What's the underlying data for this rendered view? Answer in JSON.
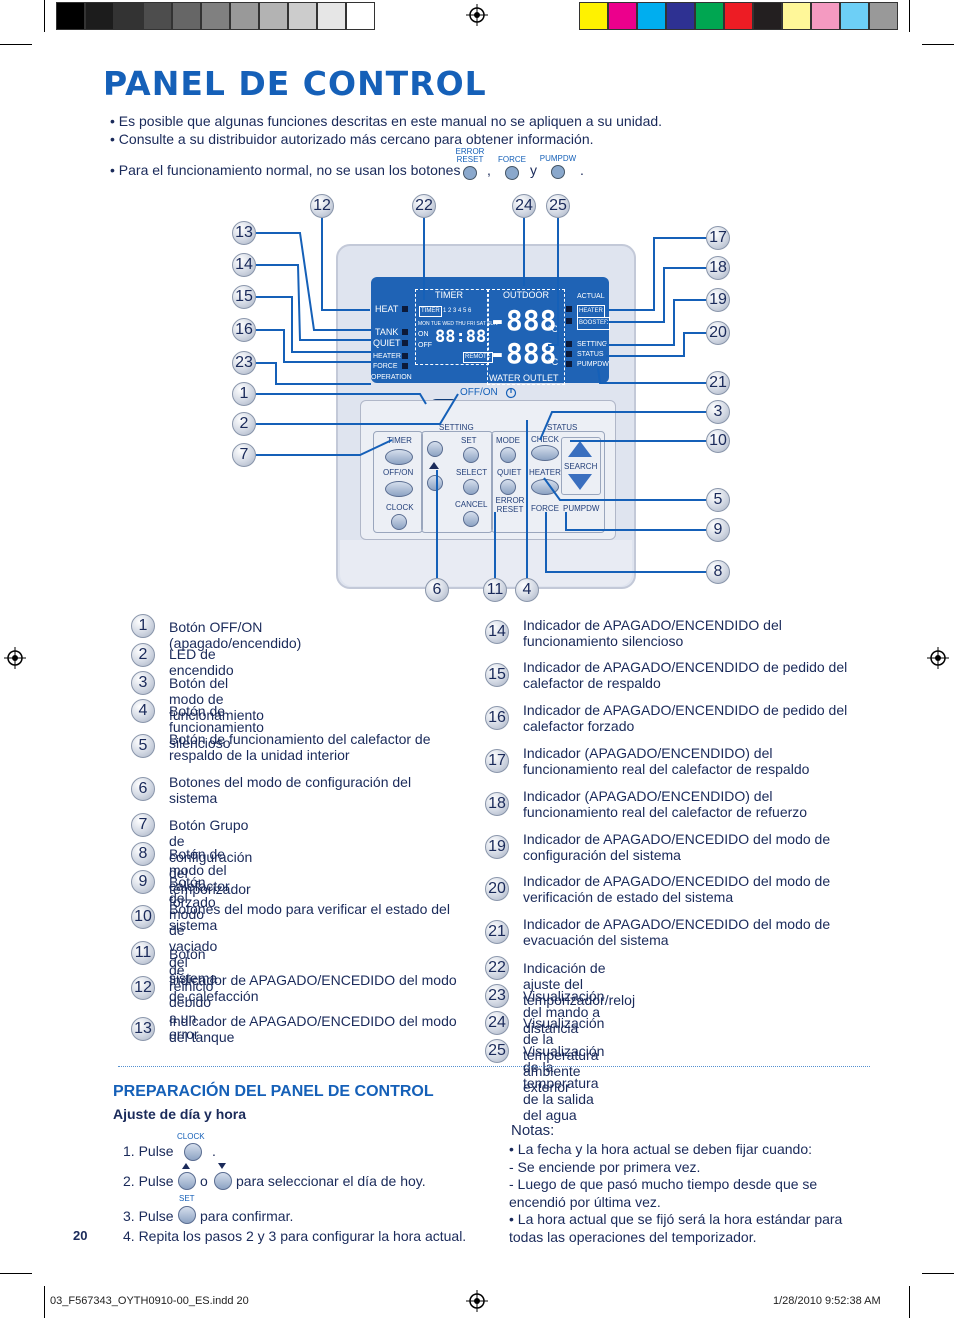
{
  "page": {
    "title": "PANEL DE CONTROL",
    "intro": [
      "• Es posible que algunas funciones descritas en este manual no se apliquen a su unidad.",
      "• Consulte a su distribuidor autorizado más cercano para obtener información.",
      "• Para el funcionamiento normal, no se usan los botones"
    ],
    "intro_sep1": ",",
    "intro_and": "y",
    "intro_end": ".",
    "intro_buttons": {
      "error_reset": "ERROR RESET",
      "force": "FORCE",
      "pumpdw": "PUMPDW"
    },
    "page_number": "20"
  },
  "lcd": {
    "heat": "HEAT",
    "tank": "TANK",
    "quiet": "QUIET",
    "heater": "HEATER",
    "force": "FORCE",
    "operation": "OPERATION",
    "timer": "TIMER",
    "outdoor": "OUTDOOR",
    "timer_box": "TIMER",
    "days": "MON TUE WED THU FRI SAT SUN",
    "day_nums": "1 2 3 4 5 6",
    "on": "ON",
    "off": "OFF",
    "remote": "REMOTE",
    "clock": "88:88",
    "temp1": "-888",
    "temp2": "-888",
    "deg1": "°C",
    "deg2": "°C",
    "water_outlet": "WATER OUTLET",
    "actual": "ACTUAL",
    "heater_r": "HEATER",
    "booster": "BOOSTER",
    "setting": "SETTING",
    "status": "STATUS",
    "pumpdw": "PUMPDW",
    "off_on": "OFF/ON"
  },
  "keypad": {
    "setting": "SETTING",
    "status": "STATUS",
    "timer": "TIMER",
    "off_on": "OFF/ON",
    "clock": "CLOCK",
    "set": "SET",
    "select": "SELECT",
    "cancel": "CANCEL",
    "mode": "MODE",
    "check": "CHECK",
    "search": "SEARCH",
    "quiet": "QUIET",
    "heater": "HEATER",
    "error_reset": "ERROR RESET",
    "force": "FORCE",
    "pumpdw": "PUMPDW"
  },
  "callouts": [
    "12",
    "22",
    "24",
    "25",
    "13",
    "14",
    "15",
    "16",
    "23",
    "1",
    "2",
    "7",
    "17",
    "18",
    "19",
    "20",
    "21",
    "3",
    "10",
    "5",
    "9",
    "8",
    "6",
    "11",
    "4"
  ],
  "legend_left": [
    {
      "n": "1",
      "text": "Botón OFF/ON (apagado/encendido)"
    },
    {
      "n": "2",
      "text": "LED de encendido"
    },
    {
      "n": "3",
      "text": "Botón del modo de funcionamiento"
    },
    {
      "n": "4",
      "text": "Botón de funcionamiento silencioso"
    },
    {
      "n": "5",
      "text": "Botón de funcionamiento del calefactor de respaldo de la unidad interior"
    },
    {
      "n": "6",
      "text": "Botones del modo de configuración del sistema"
    },
    {
      "n": "7",
      "text": "Botón Grupo de configuración del temporizador"
    },
    {
      "n": "8",
      "text": "Botón de modo del calefactor forzado"
    },
    {
      "n": "9",
      "text": "Botón del modo de vaciado del sistema"
    },
    {
      "n": "10",
      "text": "Botones del modo para verificar el estado del sistema"
    },
    {
      "n": "11",
      "text": "Botón de reinicio debido a un error"
    },
    {
      "n": "12",
      "text": "Indicador de APAGADO/ENCEDIDO del modo de calefacción"
    },
    {
      "n": "13",
      "text": "Indicador de APAGADO/ENCEDIDO del modo del tanque"
    }
  ],
  "legend_right": [
    {
      "n": "14",
      "text": "Indicador de APAGADO/ENCENDIDO del funcionamiento silencioso"
    },
    {
      "n": "15",
      "text": "Indicador de APAGADO/ENCENDIDO de pedido del calefactor de respaldo"
    },
    {
      "n": "16",
      "text": "Indicador de APAGADO/ENCENDIDO de pedido del calefactor forzado"
    },
    {
      "n": "17",
      "text": "Indicador (APAGADO/ENCENDIDO) del funcionamiento real del calefactor de respaldo"
    },
    {
      "n": "18",
      "text": "Indicador (APAGADO/ENCENDIDO) del funcionamiento real del calefactor de refuerzo"
    },
    {
      "n": "19",
      "text": "Indicador de APAGADO/ENCEDIDO del modo de configuración del sistema"
    },
    {
      "n": "20",
      "text": "Indicador de APAGADO/ENCEDIDO del modo de verificación de estado del sistema"
    },
    {
      "n": "21",
      "text": "Indicador de APAGADO/ENCEDIDO del modo de evacuación del sistema"
    },
    {
      "n": "22",
      "text": "Indicación de ajuste del temporizador/reloj"
    },
    {
      "n": "23",
      "text": "Visualización del mando a distancia"
    },
    {
      "n": "24",
      "text": "Visualización de la temperatura ambiente exterior"
    },
    {
      "n": "25",
      "text": "Visualización de la temperatura de la salida del agua"
    }
  ],
  "prep": {
    "title": "PREPARACIÓN DEL PANEL DE CONTROL",
    "subtitle": "Ajuste de día y hora",
    "clock_label": "CLOCK",
    "set_label": "SET",
    "step1": "1. Pulse",
    "step1_end": ".",
    "step2": "2. Pulse",
    "step2_or": "o",
    "step2_end": "para seleccionar el día de hoy.",
    "step3": "3. Pulse",
    "step3_end": "para confirmar.",
    "step4": "4. Repita los pasos 2 y 3 para configurar la hora actual."
  },
  "notes": {
    "title": "Notas:",
    "lines": [
      "•  La fecha y la hora actual se deben fijar cuando:",
      "    -  Se enciende por primera vez.",
      "    -  Luego de que pasó mucho tiempo desde que se",
      "       encendió por última vez.",
      "•  La hora actual que se fijó será la hora estándar para",
      "    todas las operaciones del temporizador."
    ]
  },
  "footer": {
    "file": "03_F567343_OYTH0910-00_ES.indd   20",
    "date": "1/28/2010   9:52:38 AM"
  },
  "colors": {
    "title_blue": "#1560b8",
    "lcd_blue": "#1f63b5",
    "text": "#1a2a5a"
  }
}
